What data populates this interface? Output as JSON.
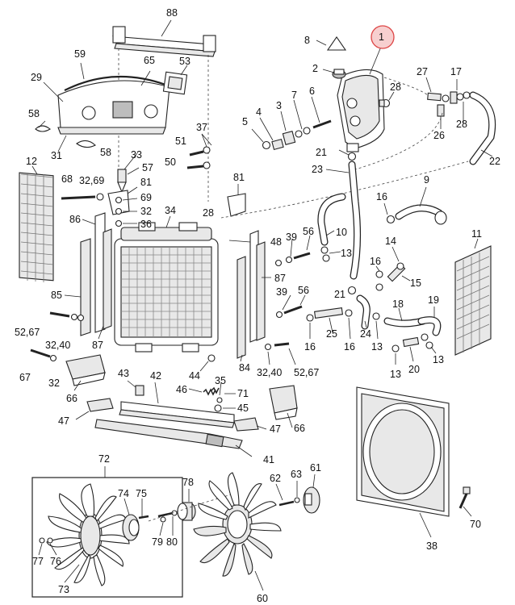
{
  "diagram": {
    "labels": [
      "88",
      "8",
      "1",
      "59",
      "65",
      "53",
      "29",
      "2",
      "27",
      "17",
      "28",
      "7",
      "3",
      "4",
      "5",
      "6",
      "58",
      "37",
      "28",
      "26",
      "31",
      "58",
      "33",
      "51",
      "21",
      "50",
      "22",
      "57",
      "12",
      "23",
      "9",
      "81",
      "68",
      "32,69",
      "16",
      "81",
      "69",
      "32",
      "36",
      "34",
      "28",
      "11",
      "86",
      "14",
      "48",
      "39",
      "56",
      "10",
      "13",
      "87",
      "16",
      "15",
      "85",
      "21",
      "39",
      "56",
      "18",
      "19",
      "52,67",
      "16",
      "25",
      "24",
      "13",
      "13",
      "87",
      "20",
      "13",
      "16",
      "32,40",
      "67",
      "84",
      "32,40",
      "52,67",
      "32",
      "44",
      "43",
      "42",
      "35",
      "66",
      "46",
      "71",
      "45",
      "66",
      "47",
      "47",
      "41",
      "72",
      "62",
      "63",
      "61",
      "78",
      "74",
      "75",
      "79",
      "80",
      "77",
      "76",
      "70",
      "38",
      "73",
      "60"
    ]
  }
}
